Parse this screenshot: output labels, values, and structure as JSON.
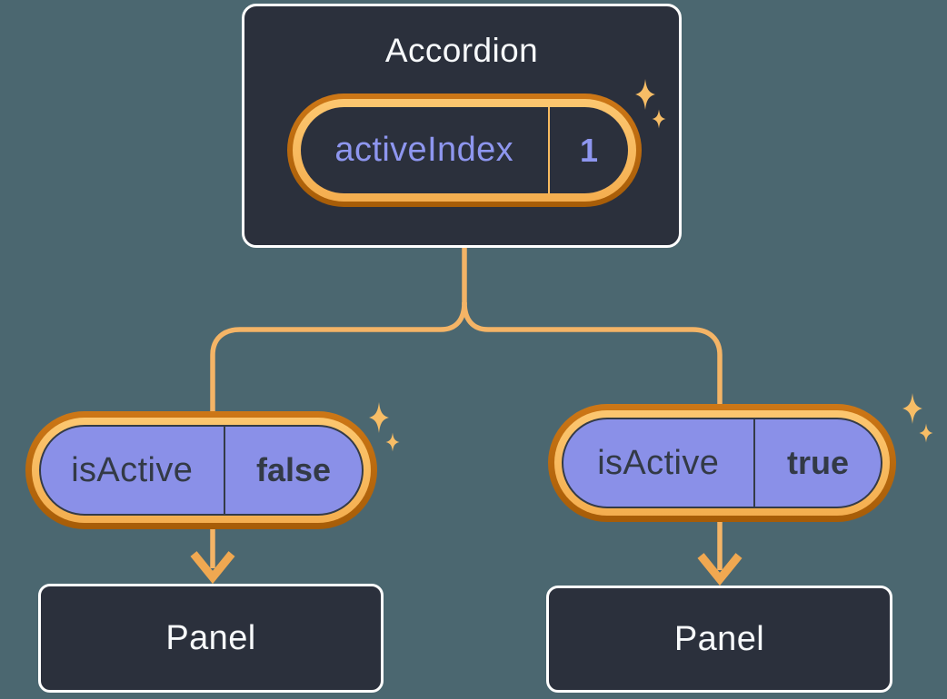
{
  "colors": {
    "background": "#4b6770",
    "node_bg": "#2b303c",
    "node_border": "#ffffff",
    "node_text": "#f7f9fb",
    "state_text": "#8e96ef",
    "prop_bg": "#8a90e8",
    "prop_text": "#333a46",
    "ring_dark_top": "#cd7716",
    "ring_dark_bottom": "#a65c07",
    "ring_light_top": "#fcc770",
    "ring_light_bottom": "#f4ae4f",
    "connector": "#f4b466",
    "arrow": "#f0a851",
    "sparkle": "#f7bd66"
  },
  "icons": {
    "sparkle": "sparkle-icon",
    "arrow_down": "arrow-down-icon"
  },
  "diagram": {
    "root": {
      "title": "Accordion",
      "state": {
        "name": "activeIndex",
        "value": "1"
      }
    },
    "children": [
      {
        "prop": {
          "name": "isActive",
          "value": "false"
        },
        "panel_label": "Panel"
      },
      {
        "prop": {
          "name": "isActive",
          "value": "true"
        },
        "panel_label": "Panel"
      }
    ]
  }
}
